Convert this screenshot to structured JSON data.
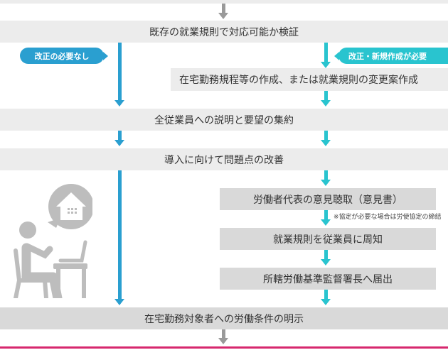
{
  "steps": {
    "verify": "既存の就業規則で対応可能か検証",
    "draft": "在宅勤務規程等の作成、または就業規則の変更案作成",
    "explain": "全従業員への説明と要望の集約",
    "improve": "導入に向けて問題点の改善",
    "opinion": "労働者代表の意見聴取（意見書）",
    "notify": "就業規則を従業員に周知",
    "submit": "所轄労働基準監督署長へ届出",
    "clarify": "在宅勤務対象者への労働条件の明示"
  },
  "badges": {
    "no_revision": "改正の必要なし",
    "revision_needed": "改正・新規作成が必要"
  },
  "note": "※協定が必要な場合は労使協定の締結",
  "colors": {
    "blue": "#2a9fd0",
    "cyan": "#29c4cf",
    "gray_arrow": "#9a9a9a",
    "pink": "#d6286e",
    "icon": "#bdbdbd"
  }
}
